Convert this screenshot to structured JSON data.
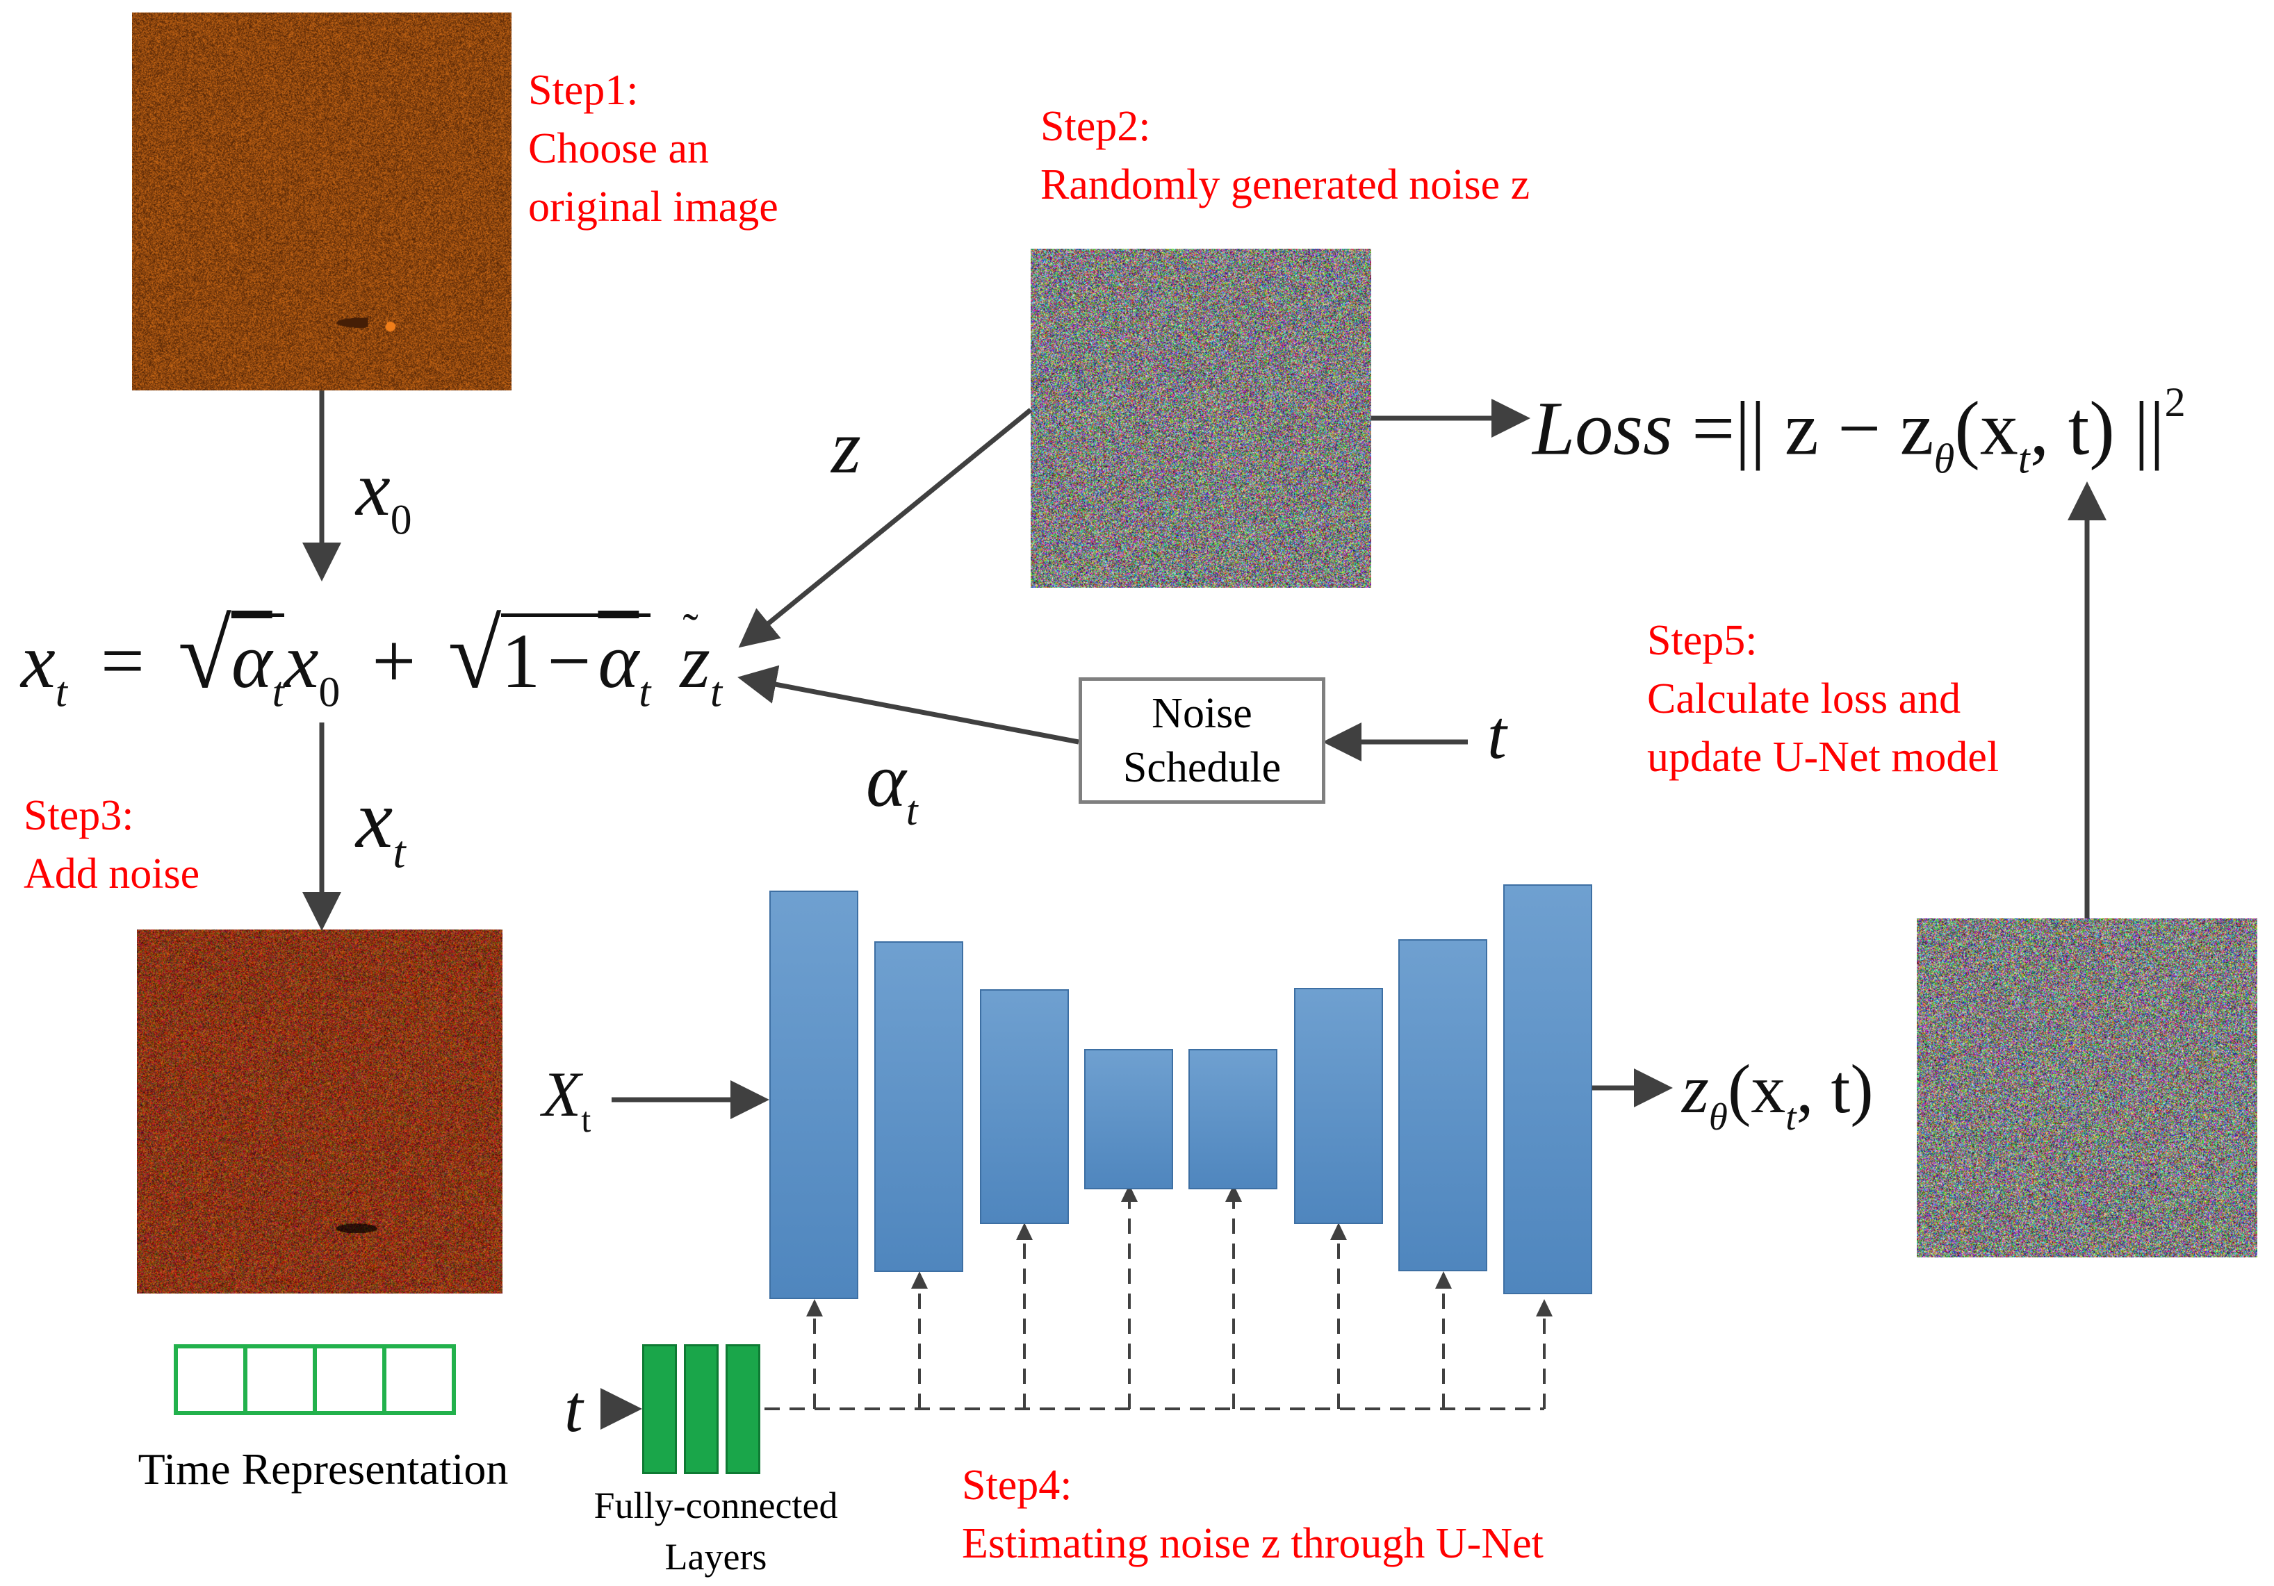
{
  "steps": {
    "step1": {
      "title": "Step1:",
      "lines": [
        "Choose an",
        "original image"
      ]
    },
    "step2": {
      "title": "Step2:",
      "lines": [
        "Randomly generated noise z"
      ]
    },
    "step3": {
      "title": "Step3:",
      "lines": [
        "Add noise"
      ]
    },
    "step4": {
      "title": "Step4:",
      "lines": [
        "Estimating noise z through U-Net"
      ]
    },
    "step5": {
      "title": "Step5:",
      "lines": [
        "Calculate loss and",
        "update U-Net model"
      ]
    }
  },
  "symbols": {
    "x0": "x",
    "x0_sub": "0",
    "xt": "x",
    "xt_sub": "t",
    "z": "z",
    "alpha": "α",
    "alpha_sub": "t",
    "t_right": "t",
    "t_left": "t",
    "Xt": "X",
    "Xt_sub": "t"
  },
  "formula": {
    "lhs": "x",
    "lhs_sub": "t",
    "eq": "=",
    "sqrt_inner_1": "α",
    "sqrt_inner_1_sub": "t",
    "term1_var": "x",
    "term1_sub": "0",
    "plus": "+",
    "sqrt_inner_2_one": "1",
    "sqrt_inner_2_minus": "−",
    "sqrt_inner_2_alpha": "α",
    "sqrt_inner_2_sub": "t",
    "z_tilde": "z",
    "z_tilde_sub": "t"
  },
  "loss": {
    "word": "Loss",
    "expr": "=|| z − z",
    "theta": "θ",
    "args_open": "(x",
    "args_sub": "t",
    "args_rest": ", t) ||",
    "power": "2"
  },
  "unet_output": {
    "z": "z",
    "theta": "θ",
    "args_open": "(x",
    "args_sub": "t",
    "args_rest": ", t)"
  },
  "noise_schedule": {
    "line1": "Noise",
    "line2": "Schedule"
  },
  "labels": {
    "time_representation": "Time Representation",
    "fc_line1": "Fully-connected",
    "fc_line2": "Layers"
  },
  "colors": {
    "step_text": "#ff0000",
    "unet_block": "#5b8ec6",
    "fc_layer": "#1aa64a",
    "time_cells": "#22b14c",
    "arrow": "#404040"
  },
  "images": {
    "original": "sonar image (brown)",
    "noise_z": "random RGB noise",
    "noisy_xt": "noisy sonar image",
    "predicted_noise": "predicted RGB noise"
  }
}
